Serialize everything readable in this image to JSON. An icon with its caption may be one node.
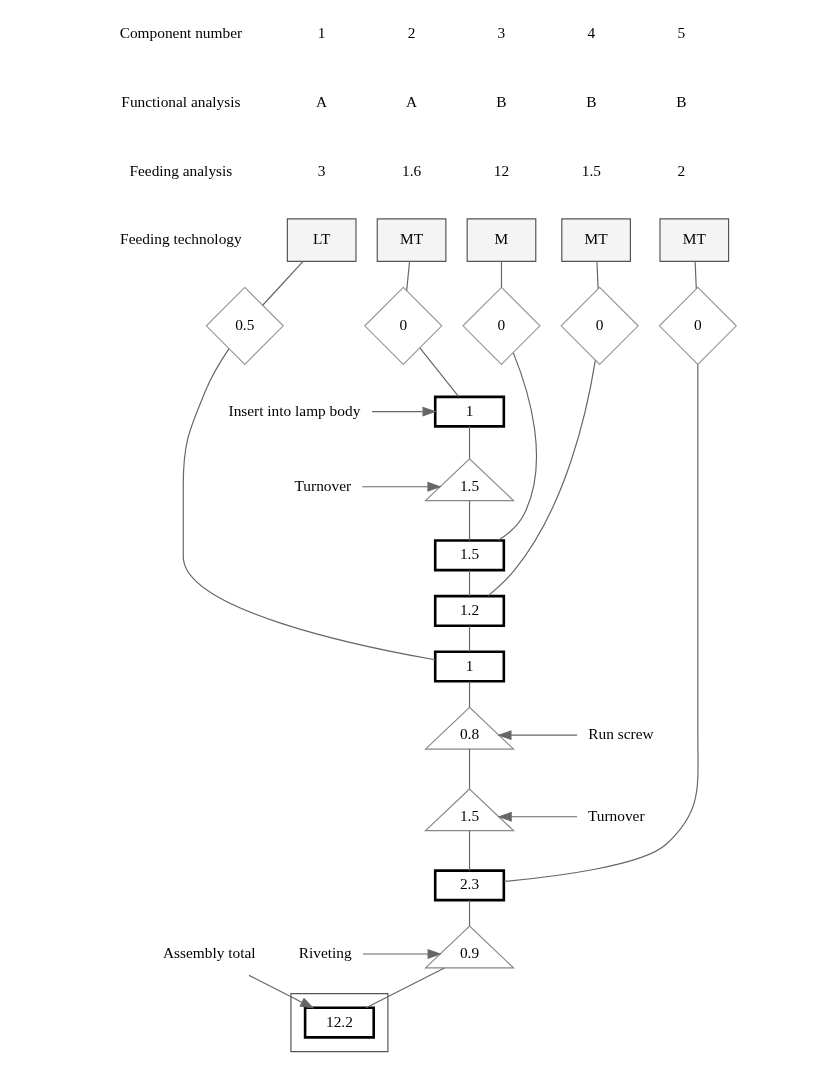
{
  "diagram": {
    "nodes": [
      {
        "text": [
          "LT"
        ]
      },
      {
        "text": [
          "MT"
        ]
      },
      {
        "text": [
          "M"
        ]
      },
      {
        "text": [
          "MT"
        ]
      },
      {
        "text": [
          "MT"
        ]
      },
      {
        "text": [
          "0.5"
        ]
      },
      {
        "text": [
          "0"
        ]
      },
      {
        "text": [
          "0"
        ]
      },
      {
        "text": [
          "0"
        ]
      },
      {
        "text": [
          "0"
        ]
      },
      {
        "text": [
          "1"
        ]
      },
      {
        "text": [
          "1.5"
        ]
      },
      {
        "text": [
          "1.5"
        ]
      },
      {
        "text": [
          "1.2"
        ]
      },
      {
        "text": [
          "1"
        ]
      },
      {
        "text": [
          "0.8"
        ]
      },
      {
        "text": [
          "1.5"
        ]
      },
      {
        "text": [
          "2.3"
        ]
      },
      {
        "text": [
          "0.9"
        ]
      },
      {
        "text": [],
        "shape": "box"
      },
      {
        "text": [
          "12.2"
        ],
        "in": 19
      },
      {
        "text": [
          "Insert into lamp body"
        ]
      },
      {
        "text": [
          "Turnover"
        ]
      },
      {
        "text": [
          "Run screw"
        ]
      },
      {
        "text": [
          "Turnover"
        ]
      },
      {
        "text": [
          "Riveting"
        ]
      },
      {
        "text": [
          "Assembly total"
        ]
      }
    ],
    "edges": [
      {
        "from": 0,
        "to": 5,
        "arrow": "none"
      },
      {
        "from": 1,
        "to": 6,
        "arrow": "none"
      },
      {
        "from": 2,
        "to": 7,
        "arrow": "none"
      },
      {
        "from": 3,
        "to": 8,
        "arrow": "none"
      },
      {
        "from": 4,
        "to": 9,
        "arrow": "none"
      },
      {
        "from": 6,
        "to": 10,
        "arrow": "none"
      },
      {
        "from": 10,
        "to": 11,
        "arrow": "none"
      },
      {
        "from": 11,
        "to": 12,
        "arrow": "none"
      },
      {
        "from": 7,
        "to": 12,
        "arrow": "none"
      },
      {
        "from": 12,
        "to": 13,
        "arrow": "none"
      },
      {
        "from": 8,
        "to": 13,
        "arrow": "none"
      },
      {
        "from": 13,
        "to": 14,
        "arrow": "none"
      },
      {
        "from": 5,
        "to": 14,
        "arrow": "none"
      },
      {
        "from": 14,
        "to": 15,
        "arrow": "none"
      },
      {
        "from": 15,
        "to": 16,
        "arrow": "none"
      },
      {
        "from": 16,
        "to": 17,
        "arrow": "none"
      },
      {
        "from": 9,
        "to": 17,
        "arrow": "none"
      },
      {
        "from": 17,
        "to": 18,
        "arrow": "none"
      },
      {
        "from": 18,
        "to": 20,
        "arrow": "none"
      },
      {
        "from": 21,
        "to": 10,
        "arrow": "to"
      },
      {
        "from": 22,
        "to": 11,
        "arrow": "to"
      },
      {
        "from": 23,
        "to": 15,
        "arrow": "to"
      },
      {
        "from": 24,
        "to": 16,
        "arrow": "to"
      },
      {
        "from": 25,
        "to": 18,
        "arrow": "to"
      },
      {
        "from": 26,
        "to": 20,
        "arrow": "to"
      }
    ],
    "labels": [
      "Component number",
      "1",
      "2",
      "3",
      "4",
      "5",
      "Functional analysis",
      "A",
      "A",
      "B",
      "B",
      "B",
      "Feeding analysis",
      "3",
      "1.6",
      "12",
      "1.5",
      "2",
      "Feeding technology"
    ]
  }
}
